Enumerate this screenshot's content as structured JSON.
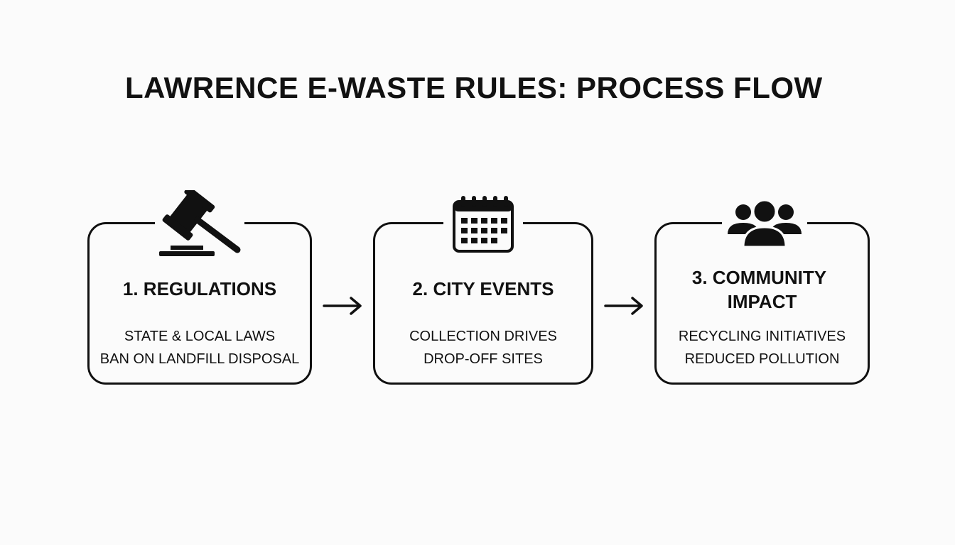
{
  "title": "LAWRENCE E-WASTE RULES: PROCESS FLOW",
  "steps": [
    {
      "heading": "1. REGULATIONS",
      "icon": "gavel-icon",
      "lines": [
        "STATE & LOCAL LAWS",
        "BAN ON LANDFILL DISPOSAL"
      ]
    },
    {
      "heading": "2. CITY EVENTS",
      "icon": "calendar-icon",
      "lines": [
        "COLLECTION DRIVES",
        "DROP-OFF SITES"
      ]
    },
    {
      "heading_lines": [
        "3. COMMUNITY",
        "IMPACT"
      ],
      "icon": "people-icon",
      "lines": [
        "RECYCLING INITIATIVES",
        "REDUCED POLLUTION"
      ]
    }
  ],
  "colors": {
    "stroke": "#111111",
    "background": "#fbfbfb"
  }
}
